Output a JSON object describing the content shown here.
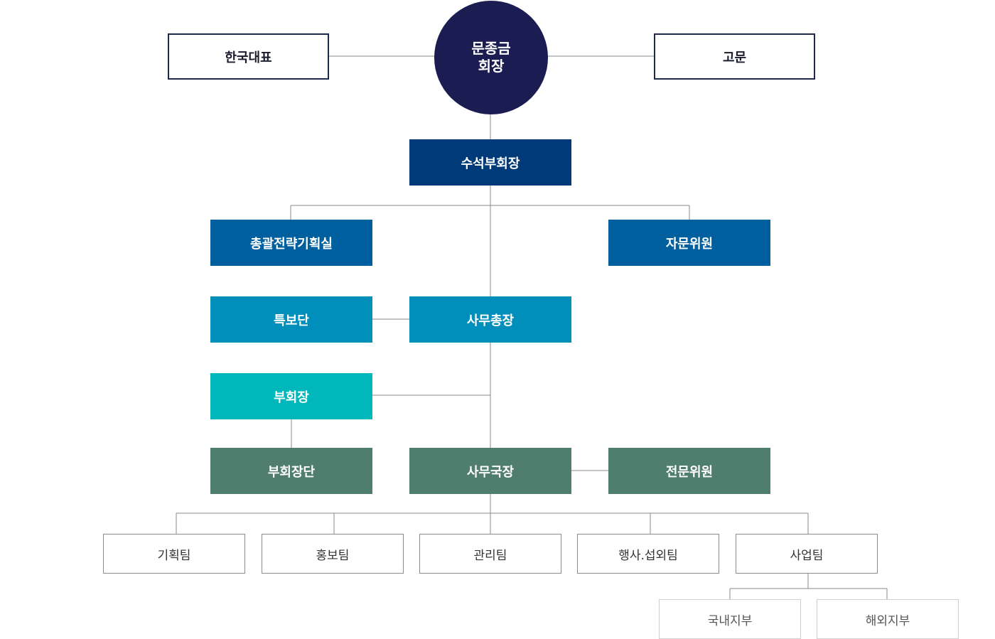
{
  "chairman": {
    "name_line1": "문종금",
    "name_line2": "회장"
  },
  "korea_rep": "한국대표",
  "advisor": "고문",
  "senior_vice_chairman": "수석부회장",
  "strategy_office": "총괄전략기획실",
  "advisory_committee": "자문위원",
  "special_envoy": "특보단",
  "secretary_general": "사무총장",
  "vice_chairman": "부회장",
  "vice_chairman_group": "부회장단",
  "office_director": "사무국장",
  "expert_committee": "전문위원",
  "teams": {
    "planning": "기획팀",
    "pr": "홍보팀",
    "management": "관리팀",
    "events": "행사.섭외팀",
    "business": "사업팀"
  },
  "branches": {
    "domestic": "국내지부",
    "overseas": "해외지부"
  },
  "colors": {
    "chairman": "#1a1c52",
    "senior": "#003a78",
    "level2": "#005f9e",
    "level3": "#008fba",
    "vice": "#00b8bb",
    "level5": "#4f7d6e",
    "connector": "#8a8a8a"
  }
}
